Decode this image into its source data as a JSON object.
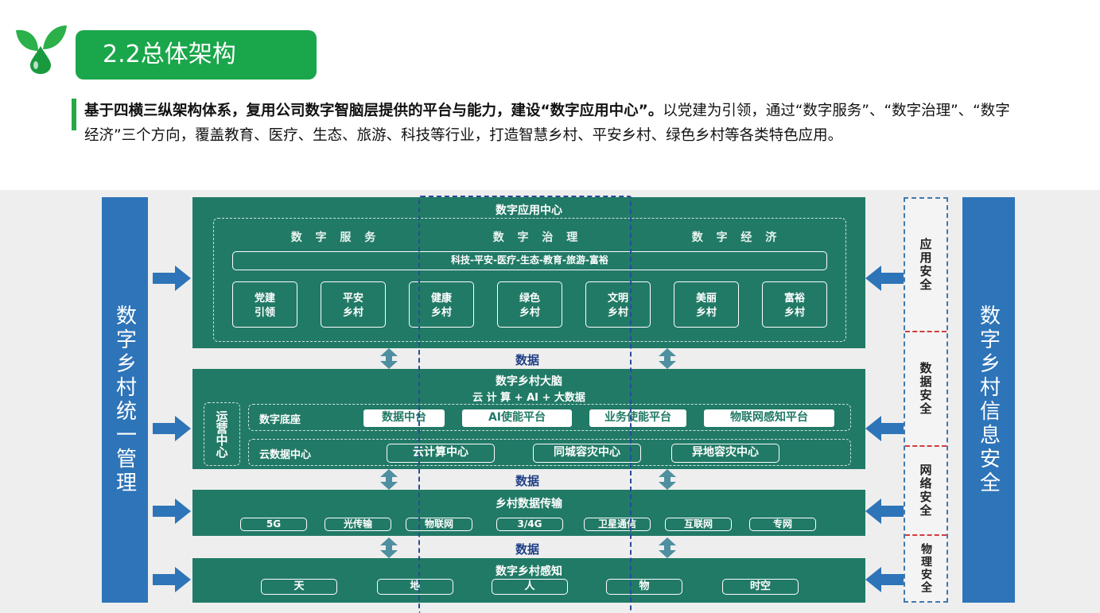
{
  "header": {
    "title": "2.2总体架构"
  },
  "intro": {
    "bold_part": "基于四横三纵架构体系，复用公司数字智脑层提供的平台与能力，建设“数字应用中心”。",
    "rest_part": "以党建为引领，通过“数字服务”、“数字治理”、“数字经济”三个方向，覆盖教育、医疗、生态、旅游、科技等行业，打造智慧乡村、平安乡村、绿色乡村等各类特色应用。"
  },
  "left_panel": {
    "label": "数字乡村统一管理"
  },
  "right_panel": {
    "label": "数字乡村信息安全"
  },
  "security": {
    "items": [
      "应用安全",
      "数据安全",
      "网络安全",
      "物理安全"
    ]
  },
  "app_center": {
    "title": "数字应用中心",
    "directions": [
      "数 字 服 务",
      "数 字 治 理",
      "数 字 经 济"
    ],
    "industries": "科技-平安-医疗-生态-教育-旅游-富裕",
    "apps": [
      {
        "line1": "党建",
        "line2": "引领"
      },
      {
        "line1": "平安",
        "line2": "乡村"
      },
      {
        "line1": "健康",
        "line2": "乡村"
      },
      {
        "line1": "绿色",
        "line2": "乡村"
      },
      {
        "line1": "文明",
        "line2": "乡村"
      },
      {
        "line1": "美丽",
        "line2": "乡村"
      },
      {
        "line1": "富裕",
        "line2": "乡村"
      }
    ]
  },
  "data_labels": [
    "数据",
    "数据",
    "数据"
  ],
  "brain": {
    "title": "数字乡村大脑",
    "subtitle": "云 计 算 + AI + 大数据",
    "ops_center": "运营中心",
    "base_label": "数字底座",
    "base_items": [
      "数据中台",
      "AI使能平台",
      "业务使能平台",
      "物联网感知平台"
    ],
    "cloud_label": "云数据中心",
    "cloud_items": [
      "云计算中心",
      "同城容灾中心",
      "异地容灾中心"
    ]
  },
  "transport": {
    "title": "乡村数据传输",
    "items": [
      "5G",
      "光传输",
      "物联网",
      "3/4G",
      "卫星通信",
      "互联网",
      "专网"
    ]
  },
  "perception": {
    "title": "数字乡村感知",
    "items": [
      "天",
      "地",
      "人",
      "物",
      "时空"
    ]
  },
  "colors": {
    "accent_green": "#1aa64a",
    "layer_teal": "#217a66",
    "side_blue": "#2e74b8",
    "data_navy": "#1f3f86"
  }
}
